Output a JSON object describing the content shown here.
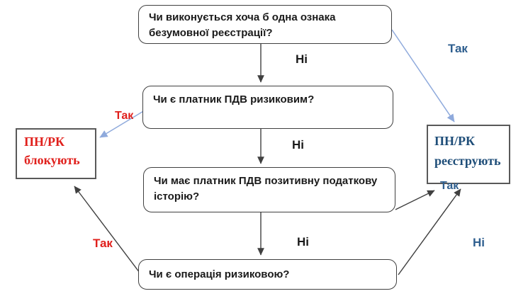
{
  "diagram": {
    "colors": {
      "box_border": "#404040",
      "side_box_border": "#595959",
      "red": "#e0201c",
      "blue_dark": "#1f4e79",
      "blue_label": "#2f5f8f",
      "blue_line": "#8faadc",
      "dark_line": "#404040"
    },
    "nodes": {
      "q1": {
        "text": "Чи виконується хоча б одна ознака безумовної реєстрації?"
      },
      "q2": {
        "text": "Чи є платник ПДВ ризиковим?"
      },
      "q3": {
        "text": "Чи має платник ПДВ позитивну податкову історію?"
      },
      "q4": {
        "text": "Чи є операція ризиковою?"
      },
      "block": {
        "line1": "ПН/РК",
        "line2": "блокують"
      },
      "register": {
        "line1": "ПН/РК",
        "line2": "реєструють"
      }
    },
    "edge_labels": {
      "q1_no": "Ні",
      "q2_no": "Ні",
      "q3_no": "Ні",
      "q1_yes": "Так",
      "q2_yes": "Так",
      "q4_yes": "Так",
      "q3_yes": "Так",
      "q4_no": "Ні"
    }
  }
}
